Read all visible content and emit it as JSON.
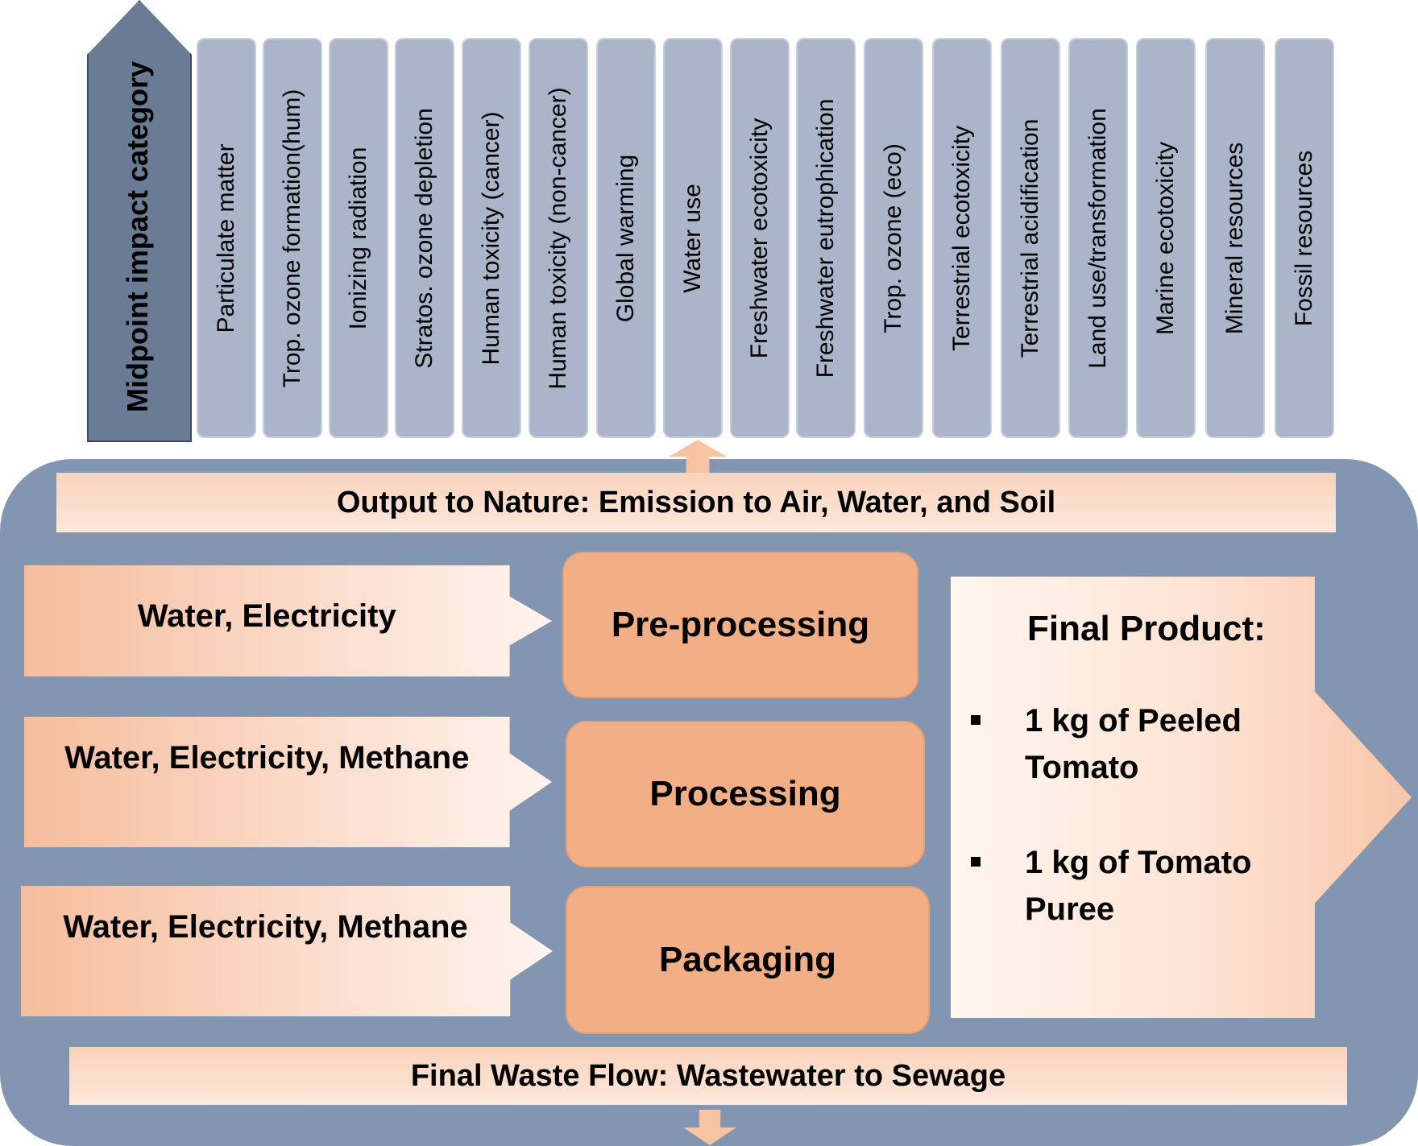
{
  "header": {
    "label": "Midpoint impact category"
  },
  "categories": [
    "Particulate matter",
    "Trop. ozone formation(hum)",
    "Ionizing radiation",
    "Stratos. ozone depletion",
    "Human toxicity (cancer)",
    "Human toxicity (non-cancer)",
    "Global warming",
    "Water use",
    "Freshwater ecotoxicity",
    "Freshwater eutrophication",
    "Trop. ozone (eco)",
    "Terrestrial ecotoxicity",
    "Terrestrial acidification",
    "Land use/transformation",
    "Marine ecotoxicity",
    "Mineral resources",
    "Fossil resources"
  ],
  "output_banner": "Output to Nature: Emission to Air, Water, and Soil",
  "inputs": [
    "Water, Electricity",
    "Water, Electricity, Methane",
    "Water, Electricity, Methane"
  ],
  "processes": [
    "Pre-processing",
    "Processing",
    "Packaging"
  ],
  "final_product": {
    "title": "Final Product:",
    "items": [
      "1 kg of Peeled Tomato",
      "1 kg of Tomato Puree"
    ]
  },
  "waste_banner": "Final Waste Flow: Wastewater to Sewage",
  "colors": {
    "header_fill": "#6a7c95",
    "category_fill": "#aab5c9",
    "panel_fill": "#8396b1",
    "process_fill": "#f2ae84",
    "banner_fill": "#fde8dc"
  }
}
